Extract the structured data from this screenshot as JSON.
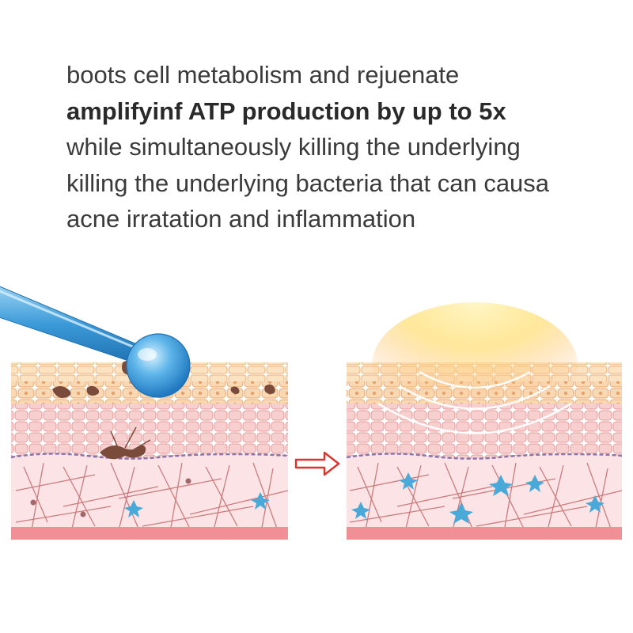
{
  "description_lines": [
    {
      "text": "boots cell metabolism and rejuenate",
      "bold": false
    },
    {
      "text": "amplifyinf ATP production by up to 5x",
      "bold": true
    },
    {
      "text": "while simultaneously killing the underlying",
      "bold": false
    },
    {
      "text": "killing the underlying bacteria that can causa",
      "bold": false
    },
    {
      "text": "acne irratation and inflammation",
      "bold": false
    }
  ],
  "colors": {
    "text": "#3a3a3a",
    "epidermis_top": "#f6d3a3",
    "cell_layer": "#f3b6b0",
    "dermis": "#fbe3e6",
    "fiber": "#c46a6a",
    "arrow": "#e0312b",
    "pipette": "#4aa8e0",
    "healthy_cell": "#49a9d8",
    "blemish": "#7a4a3a"
  },
  "icons": [
    "pipette-icon",
    "serum-droplet-icon",
    "transition-arrow-icon",
    "glow-icon"
  ]
}
